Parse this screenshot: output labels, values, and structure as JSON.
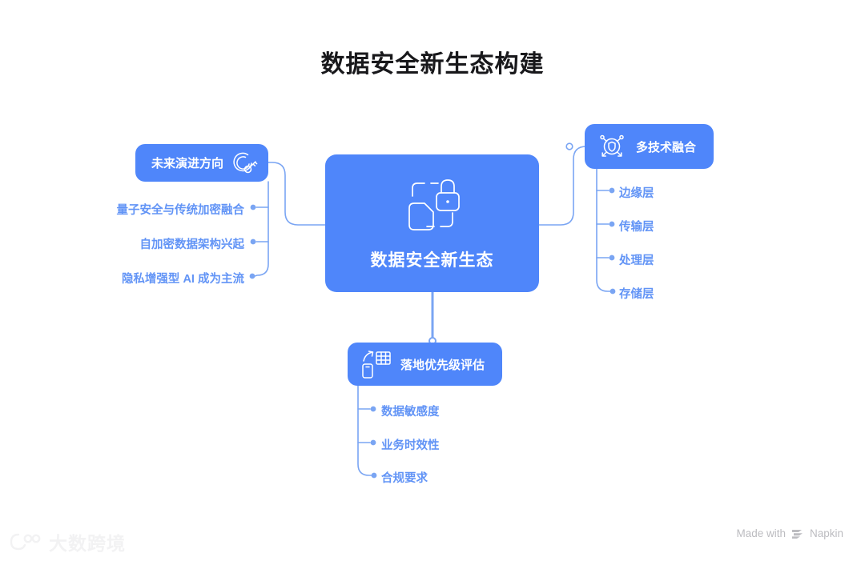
{
  "title": "数据安全新生态构建",
  "colors": {
    "node_blue": "#4f86fa",
    "leaf_text": "#6294f6",
    "link_line": "#7aa5f3",
    "title_text": "#18181b",
    "credit_text": "#bcbcc0"
  },
  "center": {
    "label": "数据安全新生态",
    "icon": "document-lock-scan-icon"
  },
  "branches": [
    {
      "id": "future",
      "label": "未来演进方向",
      "icon": "key-circle-icon",
      "icon_side": "right",
      "position": "left",
      "items": [
        {
          "label": "量子安全与传统加密融合"
        },
        {
          "label": "自加密数据架构兴起"
        },
        {
          "label": "隐私增强型 AI 成为主流"
        }
      ]
    },
    {
      "id": "tech",
      "label": "多技术融合",
      "icon": "shield-network-icon",
      "icon_side": "left",
      "position": "right",
      "items": [
        {
          "label": "边缘层"
        },
        {
          "label": "传输层"
        },
        {
          "label": "处理层"
        },
        {
          "label": "存储层"
        }
      ]
    },
    {
      "id": "priority",
      "label": "落地优先级评估",
      "icon": "mobile-table-arrow-icon",
      "icon_side": "left",
      "position": "bottom",
      "items": [
        {
          "label": "数据敏感度"
        },
        {
          "label": "业务时效性"
        },
        {
          "label": "合规要求"
        }
      ]
    }
  ],
  "footer": {
    "credit_prefix": "Made with",
    "credit_brand": "Napkin",
    "credit_icon": "napkin-logo-icon",
    "watermark_text": "大数跨境",
    "watermark_icon": "dashu-logo-icon"
  }
}
